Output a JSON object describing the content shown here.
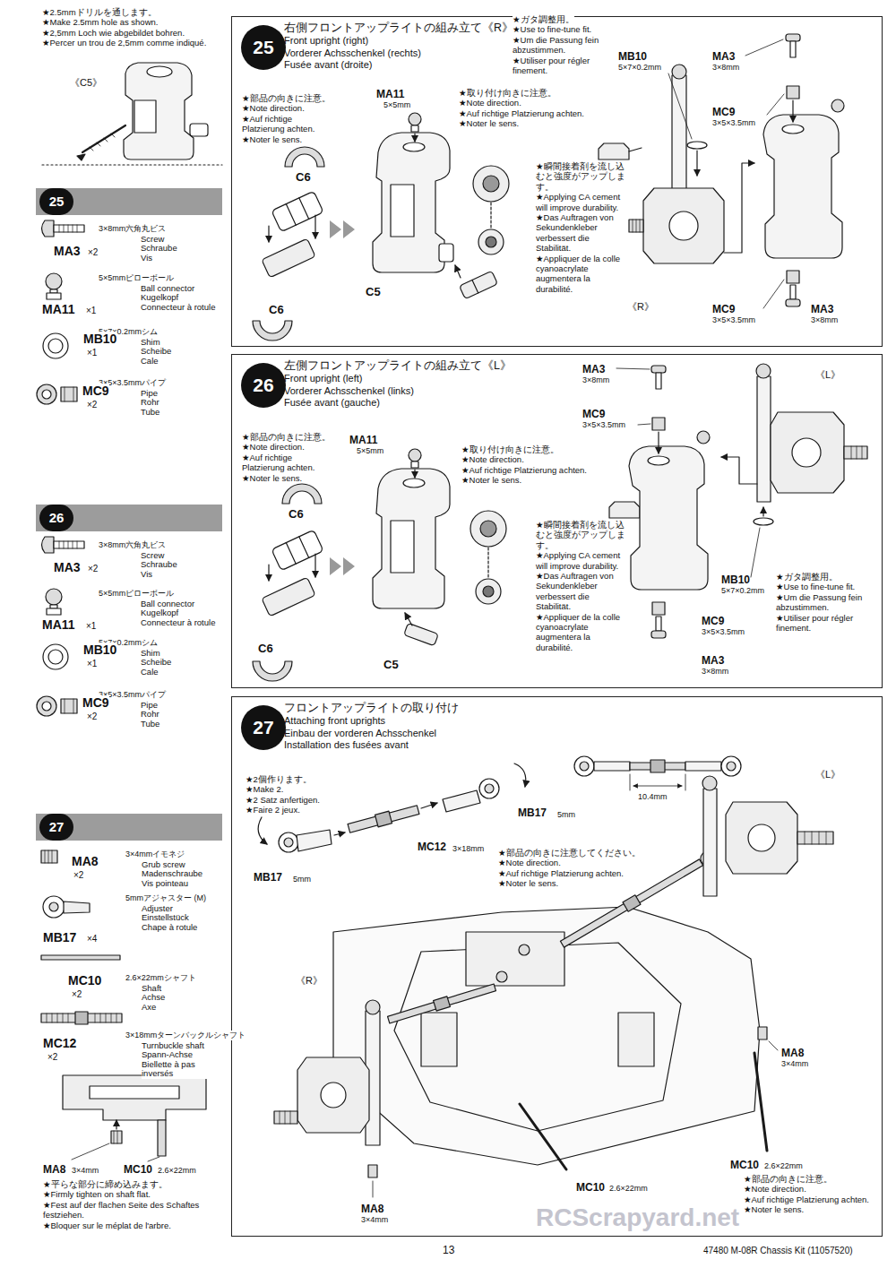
{
  "diagram": {
    "nodes": [
      {
        "text": [
          "25"
        ]
      },
      {
        "text": [
          "26"
        ]
      },
      {
        "text": [
          "27"
        ]
      },
      {
        "text": [
          "右側フロントアップライトの組み立て《R》",
          "Front upright (right)",
          "Vorderer Achsschenkel (rechts)",
          "Fusée avant (droite)"
        ]
      },
      {
        "text": [
          "25"
        ],
        "in": 3
      },
      {
        "text": [
          "左側フロントアップライトの組み立て《L》",
          "Front upright (left)",
          "Vorderer Achsschenkel (links)",
          "Fusée avant (gauche)"
        ]
      },
      {
        "text": [
          "26"
        ],
        "in": 5
      },
      {
        "text": [
          "フロントアップライトの取り付け",
          "Attaching front uprights",
          "Einbau der vorderen Achsschenkel",
          "Installation des fusées avant"
        ]
      },
      {
        "text": [
          "27"
        ],
        "in": 7
      }
    ],
    "labels": [
      "★2.5mmドリルを通します。",
      "★Make 2.5mm hole as shown.",
      "★2,5mm Loch wie abgebildet bohren.",
      "★Percer un trou de 2,5mm comme indiqué.",
      "《C5》",
      "3×8mm六角丸ビス",
      "MA3",
      "×2",
      "Screw",
      "Schraube",
      "Vis",
      "5×5mmピローボール",
      "MA11",
      "×1",
      "Ball connector",
      "Kugelkopf",
      "Connecteur à rotule",
      "5×7×0.2mmシム",
      "MB10",
      "×1",
      "Shim",
      "Scheibe",
      "Cale",
      "3×5×3.5mmパイプ",
      "MC9",
      "×2",
      "Pipe",
      "Rohr",
      "Tube",
      "3×8mm六角丸ビス",
      "MA3",
      "×2",
      "Screw",
      "Schraube",
      "Vis",
      "5×5mmピローボール",
      "MA11",
      "×1",
      "Ball connector",
      "Kugelkopf",
      "Connecteur à rotule",
      "5×7×0.2mmシム",
      "MB10",
      "×1",
      "Shim",
      "Scheibe",
      "Cale",
      "3×5×3.5mmパイプ",
      "MC9",
      "×2",
      "Pipe",
      "Rohr",
      "Tube",
      "3×4mmイモネジ",
      "MA8",
      "×2",
      "Grub screw",
      "Madenschraube",
      "Vis pointeau",
      "5mmアジャスター (M)",
      "MB17",
      "×4",
      "Adjuster",
      "Einstellstück",
      "Chape à rotule",
      "2.6×22mmシャフト",
      "MC10",
      "×2",
      "Shaft",
      "Achse",
      "Axe",
      "3×18mmターンバックルシャフト",
      "MC12",
      "×2",
      "Turnbuckle shaft",
      "Spann-Achse",
      "Biellette à pas inversés",
      "MA8",
      "3×4mm",
      "MC10",
      "2.6×22mm",
      "★平らな部分に締め込みます。",
      "★Firmly tighten on shaft flat.",
      "★Fest auf der flachen Seite des Schaftes festziehen.",
      "★Bloquer sur le méplat de l'arbre.",
      "★部品の向きに注意。",
      "★Note direction.",
      "★Auf richtige Platzierung achten.",
      "★Noter le sens.",
      "MA11",
      "5×5mm",
      "C6",
      "C6",
      "C5",
      "★取り付け向きに注意。",
      "★Note direction.",
      "★Auf richtige Platzierung achten.",
      "★Noter le sens.",
      "★瞬間接着剤を流し込むと強度がアップします。",
      "★Applying CA cement will improve durability.",
      "★Das Auftragen von Sekundenkleber verbessert die Stabilität.",
      "★Appliquer de la colle cyanoacrylate augmentera la durabilité.",
      "★ガタ調整用。",
      "★Use to fine-tune fit.",
      "★Um die Passung fein abzustimmen.",
      "★Utiliser pour régler finement.",
      "MB10",
      "5×7×0.2mm",
      "MA3",
      "3×8mm",
      "MC9",
      "3×5×3.5mm",
      "《R》",
      "MC9",
      "3×5×3.5mm",
      "MA3",
      "3×8mm",
      "★部品の向きに注意。",
      "★Note direction.",
      "★Auf richtige Platzierung achten.",
      "★Noter le sens.",
      "MA11",
      "5×5mm",
      "C6",
      "C6",
      "C5",
      "★取り付け向きに注意。",
      "★Note direction.",
      "★Auf richtige Platzierung achten.",
      "★Noter le sens.",
      "★瞬間接着剤を流し込むと強度がアップします。",
      "★Applying CA cement will improve durability.",
      "★Das Auftragen von Sekundenkleber verbessert die Stabilität.",
      "★Appliquer de la colle cyanoacrylate augmentera la durabilité.",
      "MA3",
      "3×8mm",
      "MC9",
      "3×5×3.5mm",
      "《L》",
      "MB10",
      "5×7×0.2mm",
      "★ガタ調整用。",
      "★Use to fine-tune fit.",
      "★Um die Passung fein abzustimmen.",
      "★Utiliser pour régler finement.",
      "MC9",
      "3×5×3.5mm",
      "MA3",
      "3×8mm",
      "★2個作ります。",
      "★Make 2.",
      "★2 Satz anfertigen.",
      "★Faire 2 jeux.",
      "MB17",
      "5mm",
      "10.4mm",
      "MC12",
      "3×18mm",
      "MB17",
      "5mm",
      "★部品の向きに注意してください。",
      "★Note direction.",
      "★Auf richtige Platzierung achten.",
      "★Noter le sens.",
      "《L》",
      "《R》",
      "MA8",
      "3×4mm",
      "MA8",
      "3×4mm",
      "MC10",
      "2.6×22mm",
      "★部品の向きに注意。",
      "★Note direction.",
      "★Auf richtige Platzierung achten.",
      "★Noter le sens.",
      "MC10",
      "2.6×22mm",
      "13",
      "47480 M-08R Chassis Kit (11057520)",
      "RCScrapyard.net"
    ]
  }
}
